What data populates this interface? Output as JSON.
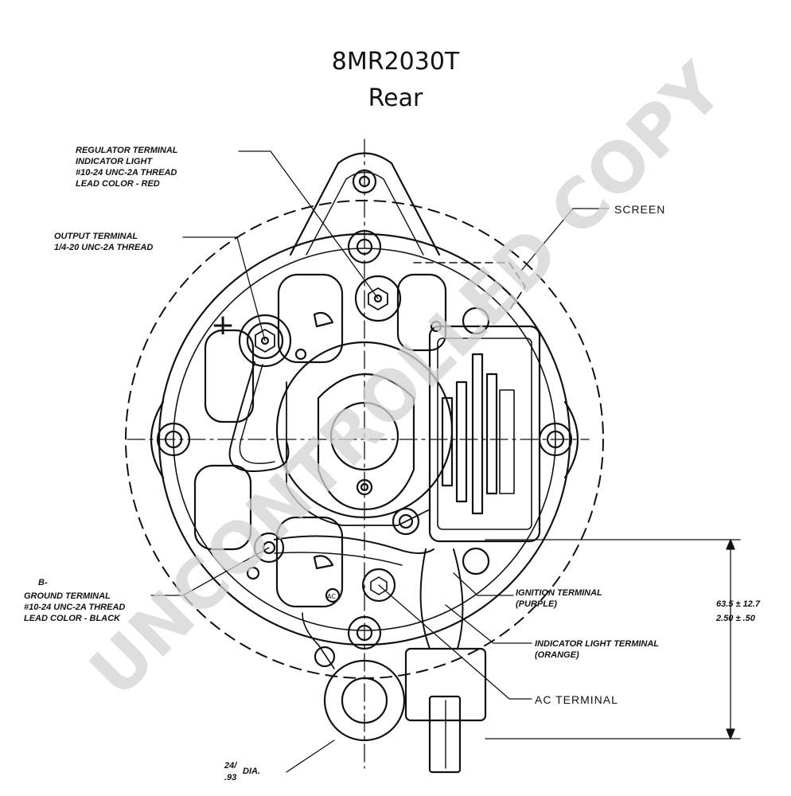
{
  "header": {
    "model": "8MR2030T",
    "view": "Rear"
  },
  "callouts": {
    "regulator": [
      "REGULATOR TERMINAL",
      "INDICATOR LIGHT",
      "#10-24 UNC-2A THREAD",
      "LEAD COLOR - RED"
    ],
    "output": [
      "OUTPUT TERMINAL",
      "1/4-20 UNC-2A THREAD"
    ],
    "screen": "SCREEN",
    "ground": [
      "B-",
      "GROUND TERMINAL",
      "#10-24 UNC-2A THREAD",
      "LEAD COLOR - BLACK"
    ],
    "ignition": [
      "IGNITION TERMINAL",
      "(PURPLE)"
    ],
    "indicator": [
      "INDICATOR LIGHT TERMINAL",
      "(ORANGE)"
    ],
    "ac": "AC TERMINAL",
    "dia": [
      "24/",
      ".93",
      "DIA."
    ],
    "dimension": [
      "63.5 ± 12.7",
      "2.50 ± .50"
    ],
    "plus_sign": "+",
    "ac_badge": "AC"
  },
  "watermark": "UNCONTROLLED COPY",
  "colors": {
    "ink": "#111111",
    "watermark": "#d4d4d4"
  }
}
